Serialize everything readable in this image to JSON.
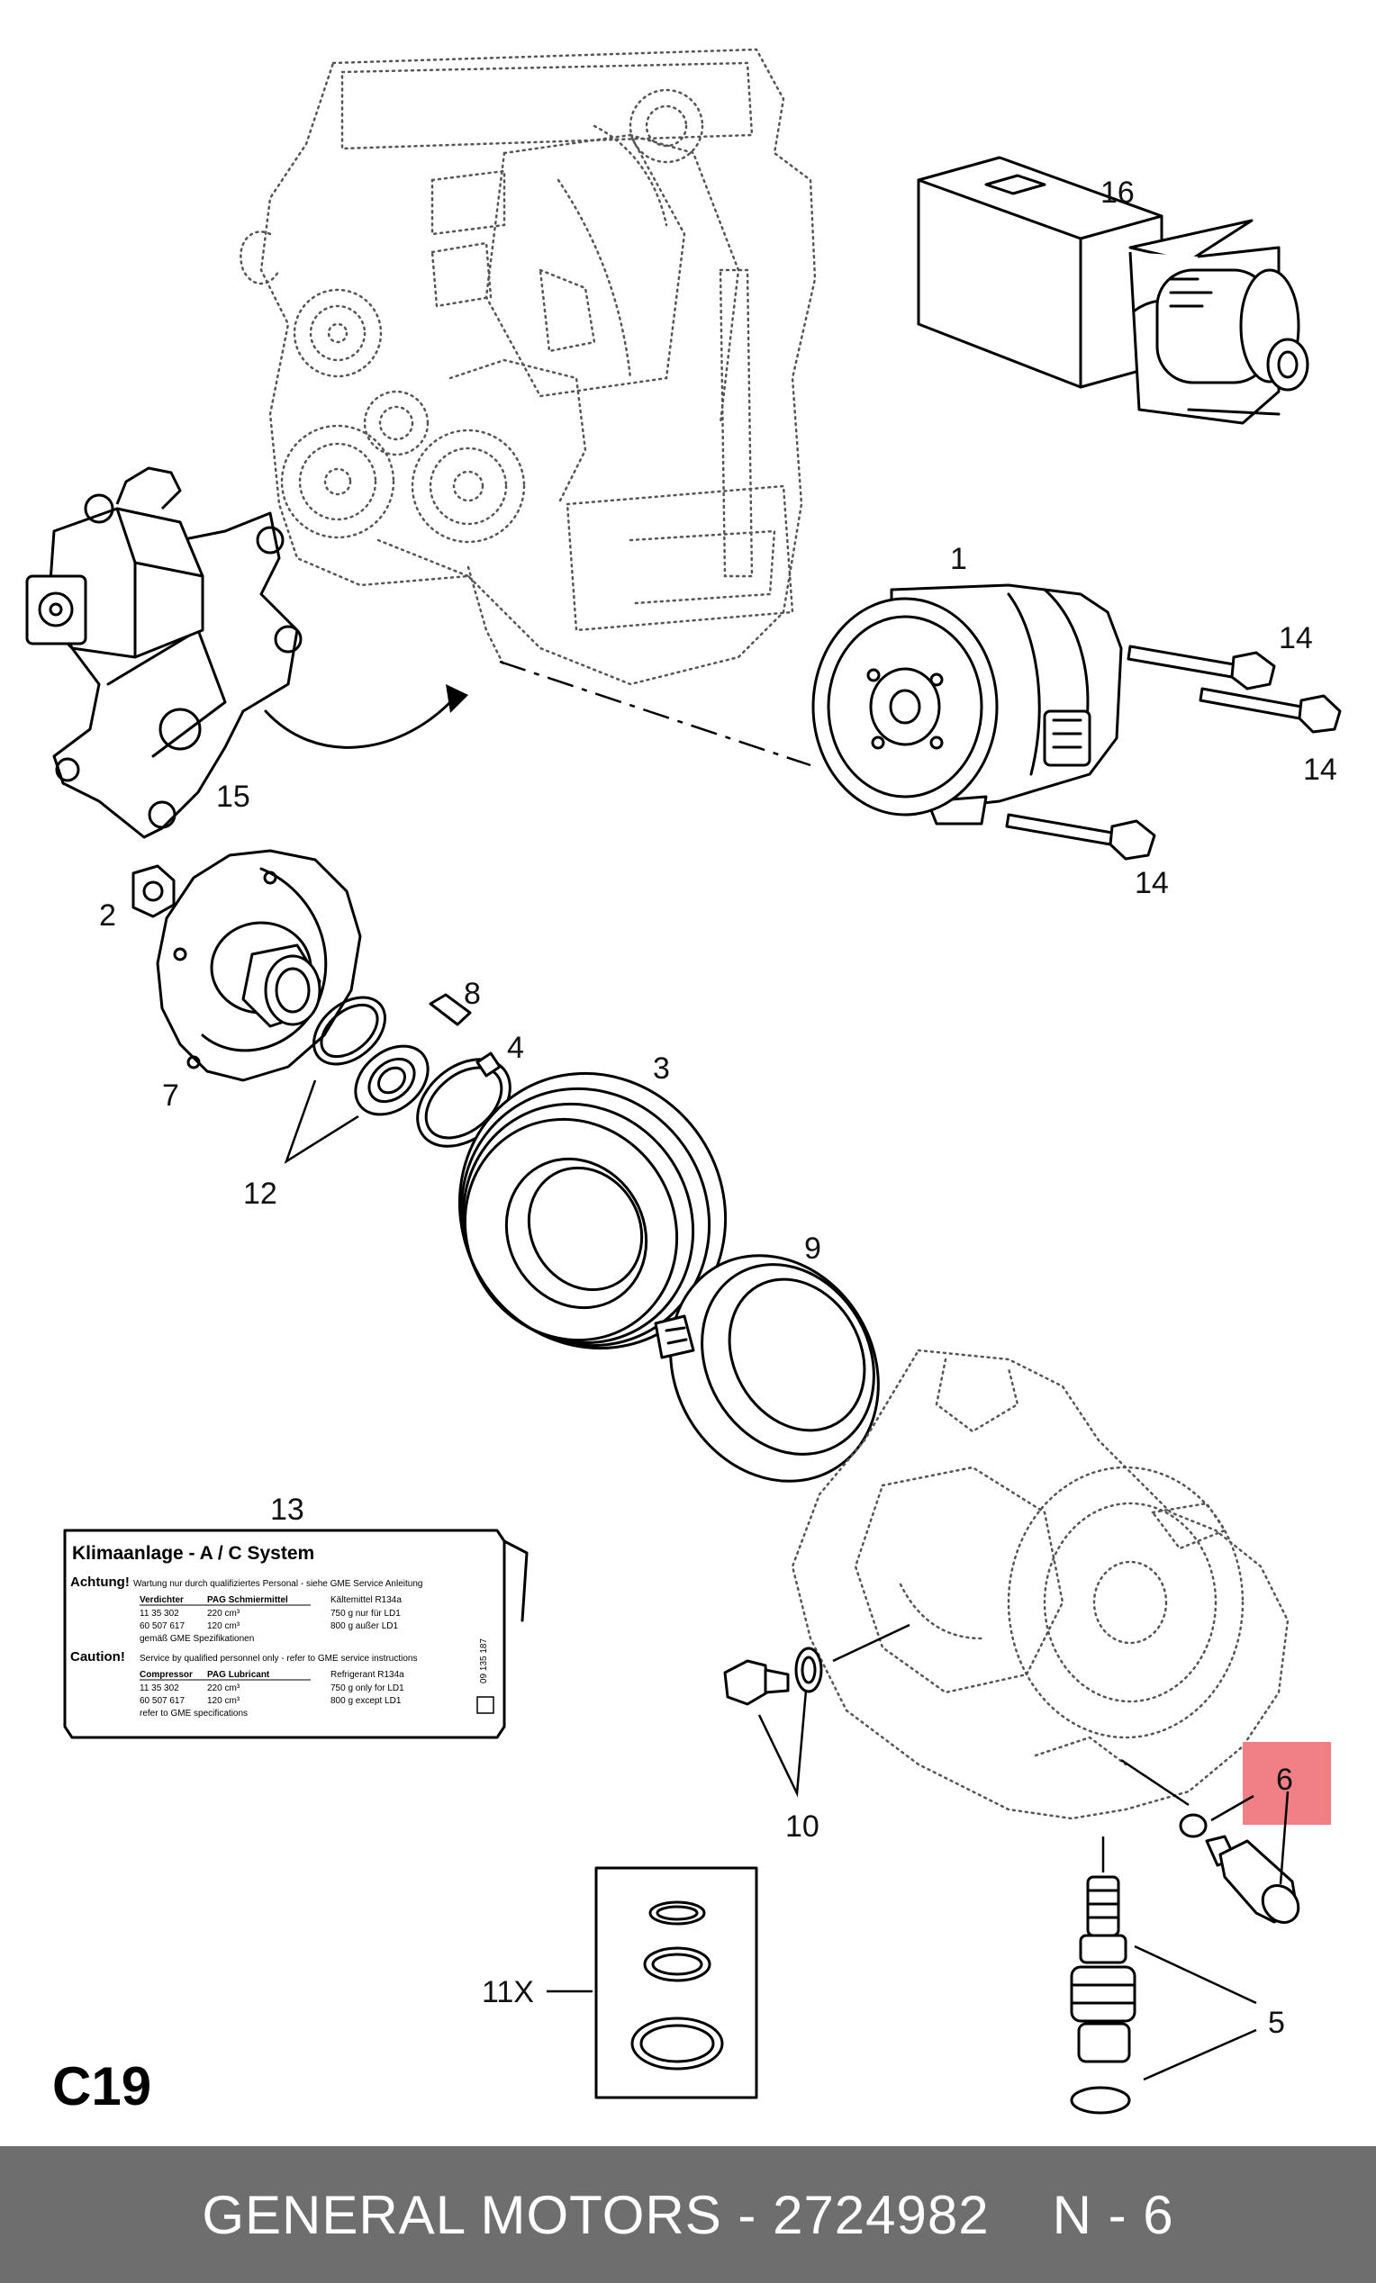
{
  "diagram": {
    "section_code": "C19",
    "callouts": [
      "1",
      "2",
      "3",
      "4",
      "5",
      "6",
      "7",
      "8",
      "9",
      "10",
      "11X",
      "12",
      "13",
      "14",
      "15",
      "16"
    ],
    "highlight_color": "#f07f86",
    "highlighted_callout": "6"
  },
  "label_13": {
    "title": "Klimaanlage - A / C System",
    "achtung_label": "Achtung!",
    "achtung_text": "Wartung nur durch qualifiziertes Personal - siehe GME Service Anleitung",
    "de_col1_head": "Verdichter",
    "de_col2_head": "PAG Schmiermittel",
    "de_col3_head": "Kältemittel R134a",
    "de_r1c1": "11 35 302",
    "de_r1c2": "220 cm³",
    "de_r1c3": "750 g nur für LD1",
    "de_r2c1": "60 507 617",
    "de_r2c2": "120 cm³",
    "de_r2c3": "800 g außer LD1",
    "de_note": "gemäß GME Spezifikationen",
    "caution_label": "Caution!",
    "caution_text": "Service by qualified personnel only - refer to GME service instructions",
    "en_col1_head": "Compressor",
    "en_col2_head": "PAG Lubricant",
    "en_col3_head": "Refrigerant R134a",
    "en_r1c1": "11 35 302",
    "en_r1c2": "220 cm³",
    "en_r1c3": "750 g only for LD1",
    "en_r2c1": "60 507 617",
    "en_r2c2": "120 cm³",
    "en_r2c3": "800 g except LD1",
    "en_note": "refer to GME specifications",
    "side_number": "09 135 187"
  },
  "footer": {
    "brand_part": "GENERAL MOTORS - 2724982",
    "page": "N - 6"
  }
}
